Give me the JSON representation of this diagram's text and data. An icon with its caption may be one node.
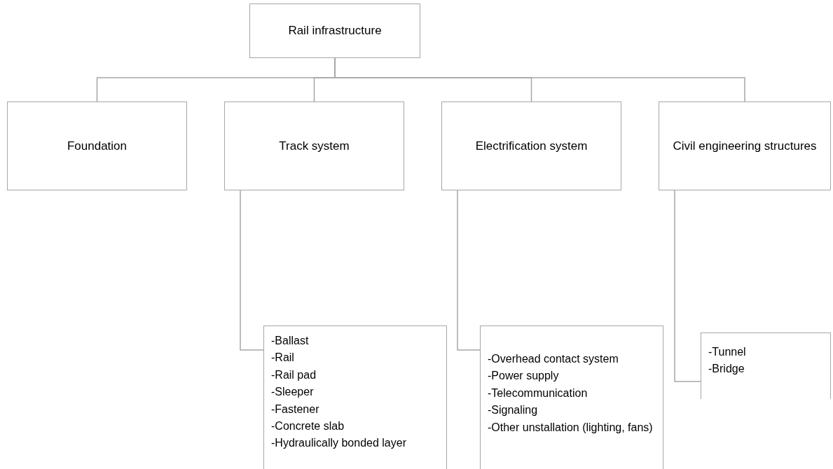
{
  "diagram": {
    "nodes": [
      {
        "text": [
          "Rail infrastructure"
        ]
      },
      {
        "text": [
          "Foundation"
        ]
      },
      {
        "text": [
          "Track system"
        ]
      },
      {
        "text": [
          "Electrification system"
        ]
      },
      {
        "text": [
          "Civil engineering structures"
        ]
      },
      {
        "text": [
          "-Ballast",
          "-Rail",
          "-Rail pad",
          "-Sleeper",
          "-Fastener",
          "-Concrete slab",
          "-Hydraulically bonded layer"
        ]
      },
      {
        "text": [
          "-Overhead contact system",
          "-Power supply",
          "-Telecommunication",
          "-Signaling",
          "-Other unstallation (lighting, fans)"
        ]
      },
      {
        "text": [
          "-Tunnel",
          "-Bridge"
        ]
      }
    ],
    "edges": [
      {
        "from": 0,
        "to": 1,
        "arrow": "none"
      },
      {
        "from": 0,
        "to": 2,
        "arrow": "none"
      },
      {
        "from": 0,
        "to": 3,
        "arrow": "none"
      },
      {
        "from": 0,
        "to": 4,
        "arrow": "none"
      },
      {
        "from": 2,
        "to": 5,
        "arrow": "none"
      },
      {
        "from": 3,
        "to": 6,
        "arrow": "none"
      },
      {
        "from": 4,
        "to": 7,
        "arrow": "none"
      }
    ]
  }
}
